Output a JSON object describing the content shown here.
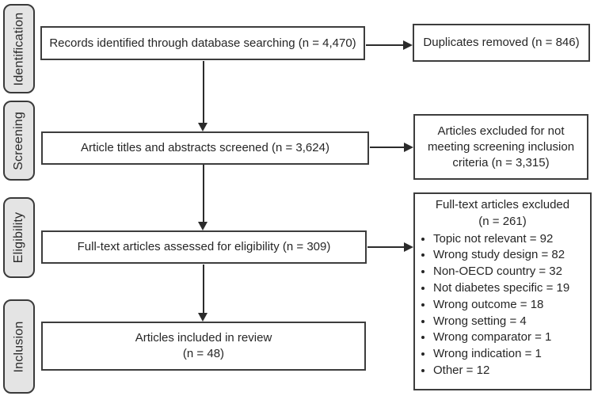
{
  "flow": {
    "stages": [
      {
        "label": "Identification"
      },
      {
        "label": "Screening"
      },
      {
        "label": "Eligibility"
      },
      {
        "label": "Inclusion"
      }
    ],
    "boxes": {
      "records": "Records identified through database searching (n = 4,470)",
      "screened": "Article titles and abstracts screened (n = 3,624)",
      "eligibility": "Full-text articles assessed for eligibility (n = 309)",
      "included": "Articles included in review\n(n = 48)",
      "duplicates": "Duplicates removed (n = 846)",
      "screening_excluded": "Articles excluded for not\nmeeting screening inclusion\ncriteria (n = 3,315)"
    },
    "fulltext_excluded": {
      "title": "Full-text articles excluded",
      "subtitle": "(n = 261)",
      "reasons": [
        "Topic not relevant = 92",
        "Wrong study design = 82",
        "Non-OECD country = 32",
        "Not diabetes specific = 19",
        "Wrong outcome = 18",
        "Wrong setting = 4",
        "Wrong comparator = 1",
        "Wrong indication = 1",
        "Other = 12"
      ]
    },
    "colors": {
      "box_border": "#3d3d3d",
      "stage_fill": "#e4e4e4",
      "arrow": "#2b2b2b",
      "text": "#262626"
    }
  }
}
